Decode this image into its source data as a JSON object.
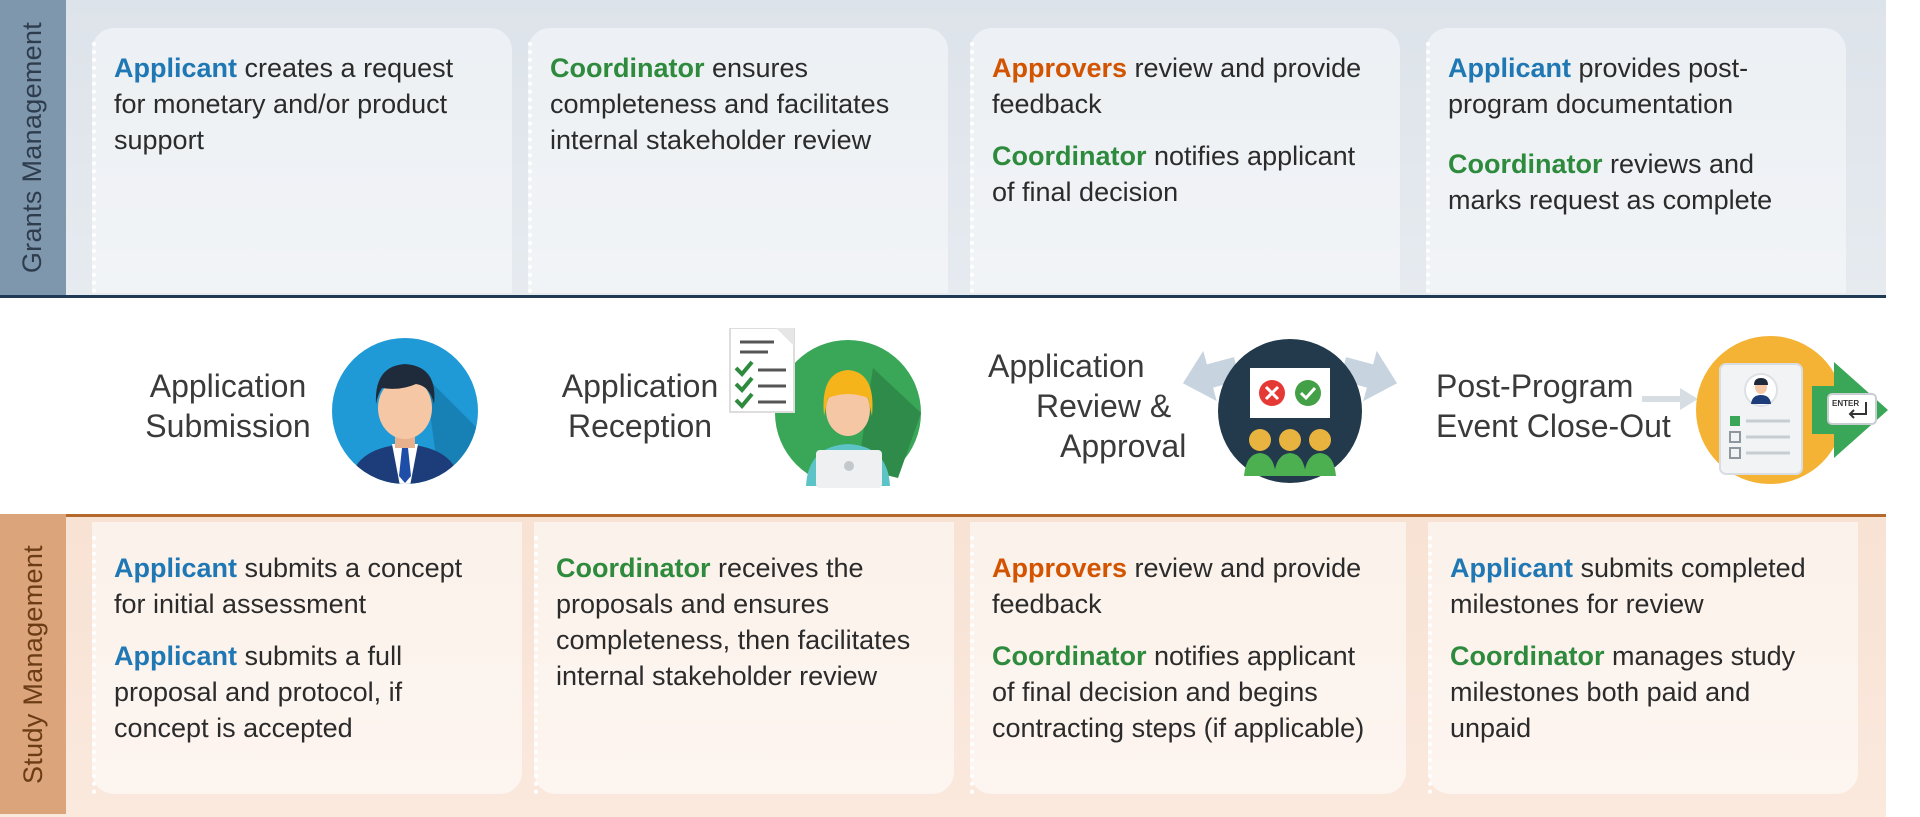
{
  "rows": {
    "top_label": "Grants Management",
    "bottom_label": "Study Management"
  },
  "grants": [
    {
      "blocks": [
        {
          "role": "Applicant",
          "role_class": "applicant",
          "text": " creates a request for monetary and/or product support"
        }
      ]
    },
    {
      "blocks": [
        {
          "role": "Coordinator",
          "role_class": "coordinator",
          "text": " ensures completeness and facilitates internal stakeholder review"
        }
      ]
    },
    {
      "blocks": [
        {
          "role": "Approvers",
          "role_class": "approvers",
          "text": " review and provide feedback"
        },
        {
          "role": "Coordinator",
          "role_class": "coordinator",
          "text": " notifies applicant of final decision"
        }
      ]
    },
    {
      "blocks": [
        {
          "role": "Applicant",
          "role_class": "applicant",
          "text": " provides post-program documentation"
        },
        {
          "role": "Coordinator",
          "role_class": "coordinator",
          "text": " reviews and marks request as complete"
        }
      ]
    }
  ],
  "stages": [
    {
      "line1": "Application",
      "line2": "Submission",
      "line3": "",
      "icon": "businessman-avatar-icon"
    },
    {
      "line1": "Application",
      "line2": "Reception",
      "line3": "",
      "icon": "reviewer-checklist-icon"
    },
    {
      "line1": "Application",
      "line2": "Review &",
      "line3": "Approval",
      "icon": "approval-committee-icon"
    },
    {
      "line1": "Post-Program",
      "line2": "Event Close-Out",
      "line3": "",
      "icon": "closeout-document-icon"
    }
  ],
  "enter_key_label": "ENTER",
  "study": [
    {
      "blocks": [
        {
          "role": "Applicant",
          "role_class": "applicant",
          "text": " submits a concept for initial assessment"
        },
        {
          "role": "Applicant",
          "role_class": "applicant",
          "text": " submits a full proposal and protocol, if concept is accepted"
        }
      ]
    },
    {
      "blocks": [
        {
          "role": "Coordinator",
          "role_class": "coordinator",
          "text": " receives the proposals and ensures completeness, then facilitates internal stakeholder review"
        }
      ]
    },
    {
      "blocks": [
        {
          "role": "Approvers",
          "role_class": "approvers",
          "text": " review and provide feedback"
        },
        {
          "role": "Coordinator",
          "role_class": "coordinator",
          "text": " notifies applicant of final decision and begins contracting steps (if applicable)"
        }
      ]
    },
    {
      "blocks": [
        {
          "role": "Applicant",
          "role_class": "applicant",
          "text": " submits completed milestones for review"
        },
        {
          "role": "Coordinator",
          "role_class": "coordinator",
          "text": " manages study milestones both paid and unpaid"
        }
      ]
    }
  ],
  "colors": {
    "applicant": "#1f78b4",
    "coordinator": "#2e8b3d",
    "approvers": "#d35400"
  }
}
